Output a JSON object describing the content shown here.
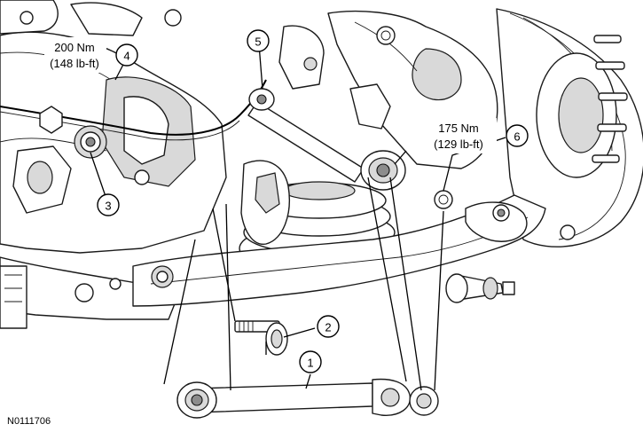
{
  "figure_id": "N0111706",
  "callouts": [
    {
      "id": "1",
      "label": "1"
    },
    {
      "id": "2",
      "label": "2"
    },
    {
      "id": "3",
      "label": "3"
    },
    {
      "id": "4",
      "label": "4"
    },
    {
      "id": "5",
      "label": "5"
    },
    {
      "id": "6",
      "label": "6"
    }
  ],
  "torques": {
    "left": {
      "metric": "200 Nm",
      "imperial": "(148 lb-ft)"
    },
    "right": {
      "metric": "175 Nm",
      "imperial": "(129 lb-ft)"
    }
  }
}
